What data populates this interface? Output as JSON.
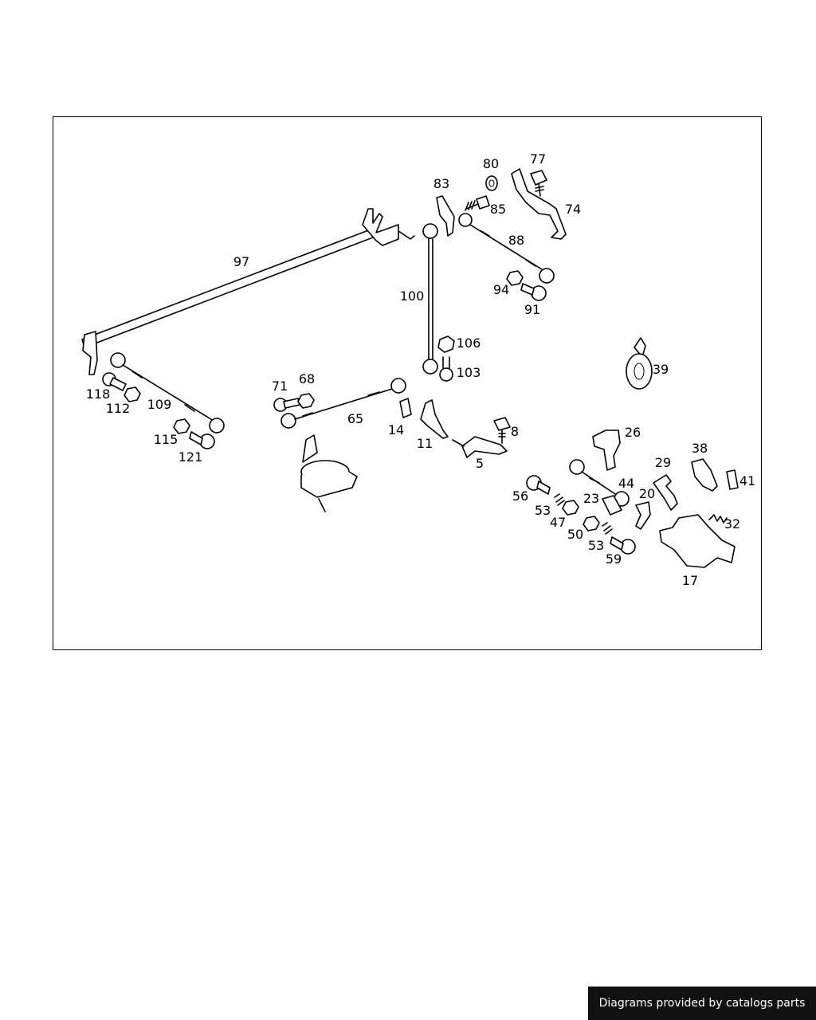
{
  "diagram": {
    "part_labels": [
      "97",
      "83",
      "80",
      "77",
      "85",
      "74",
      "88",
      "100",
      "94",
      "91",
      "106",
      "103",
      "39",
      "118",
      "112",
      "109",
      "115",
      "121",
      "71",
      "68",
      "65",
      "14",
      "11",
      "8",
      "5",
      "26",
      "29",
      "38",
      "41",
      "44",
      "56",
      "53",
      "47",
      "23",
      "20",
      "50",
      "53",
      "59",
      "32",
      "17"
    ]
  },
  "footer": {
    "credit": "Diagrams provided by catalogs parts"
  }
}
